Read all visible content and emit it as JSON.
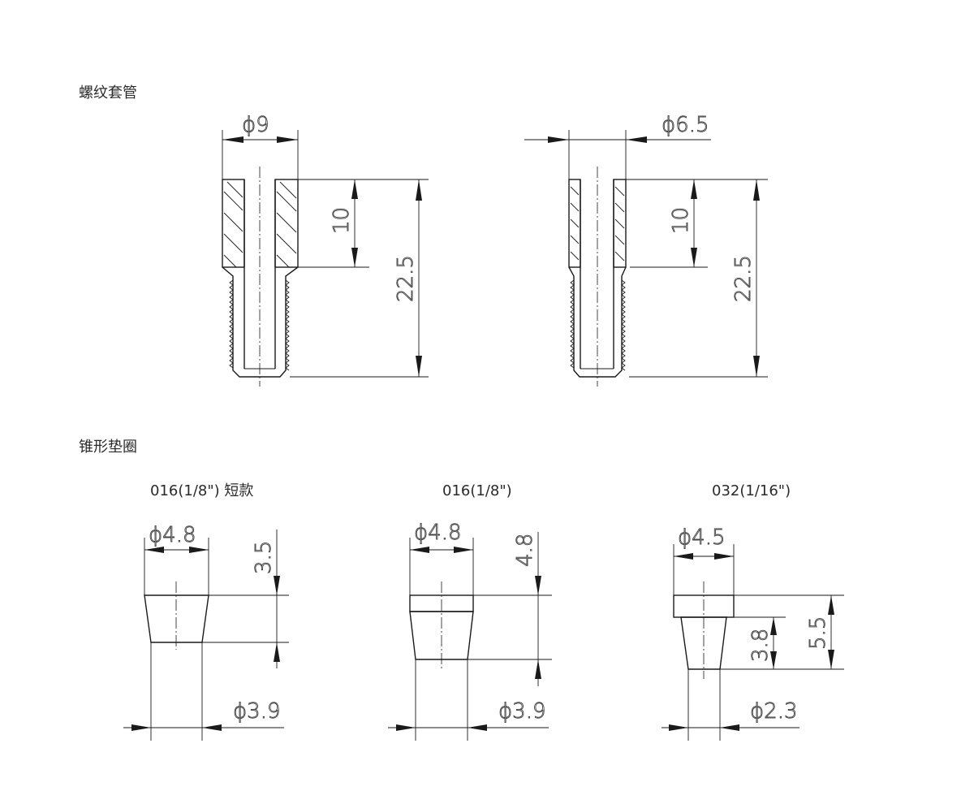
{
  "sections": {
    "tube": "螺纹套管",
    "ferrule": "锥形垫圈"
  },
  "tube_left": {
    "dia": "ϕ9",
    "len_upper": "10",
    "len_total": "22.5"
  },
  "tube_right": {
    "dia": "ϕ6.5",
    "len_upper": "10",
    "len_total": "22.5"
  },
  "ferrule_a": {
    "title": "016(1/8\") 短款",
    "top_dia": "ϕ4.8",
    "bottom_dia": "ϕ3.9",
    "height": "3.5"
  },
  "ferrule_b": {
    "title": "016(1/8\")",
    "top_dia": "ϕ4.8",
    "bottom_dia": "ϕ3.9",
    "height": "4.8"
  },
  "ferrule_c": {
    "title": "032(1/16\")",
    "top_dia": "ϕ4.5",
    "bottom_dia": "ϕ2.3",
    "height_small": "3.8",
    "height_total": "5.5"
  }
}
